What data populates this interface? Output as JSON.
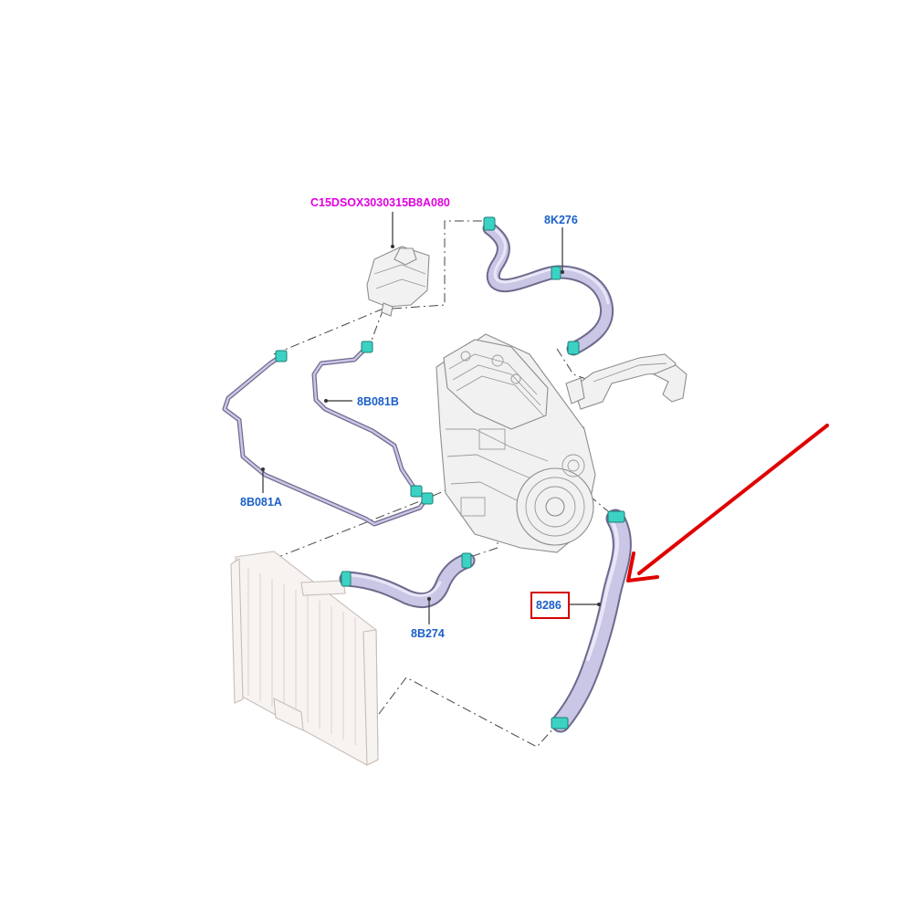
{
  "diagram": {
    "callouts": {
      "reservoir_code": "C15DSOX3030315B8A080",
      "hose_top": "8K276",
      "hose_left_outer": "8B081A",
      "hose_left_inner": "8B081B",
      "hose_lower_left": "8B274",
      "hose_highlighted": "8286"
    },
    "colors": {
      "reservoir_code_text": "#e000e0",
      "callout_text": "#1a5fc8",
      "highlight_box": "#d40000",
      "arrow": "#e00000",
      "hose_fill": "#c9c6e6",
      "clamp": "#3cd2c3"
    },
    "parts": {
      "reservoir": "coolant-reservoir",
      "engine": "engine-block",
      "radiator": "radiator",
      "thermostat_housing": "thermostat-housing"
    }
  }
}
